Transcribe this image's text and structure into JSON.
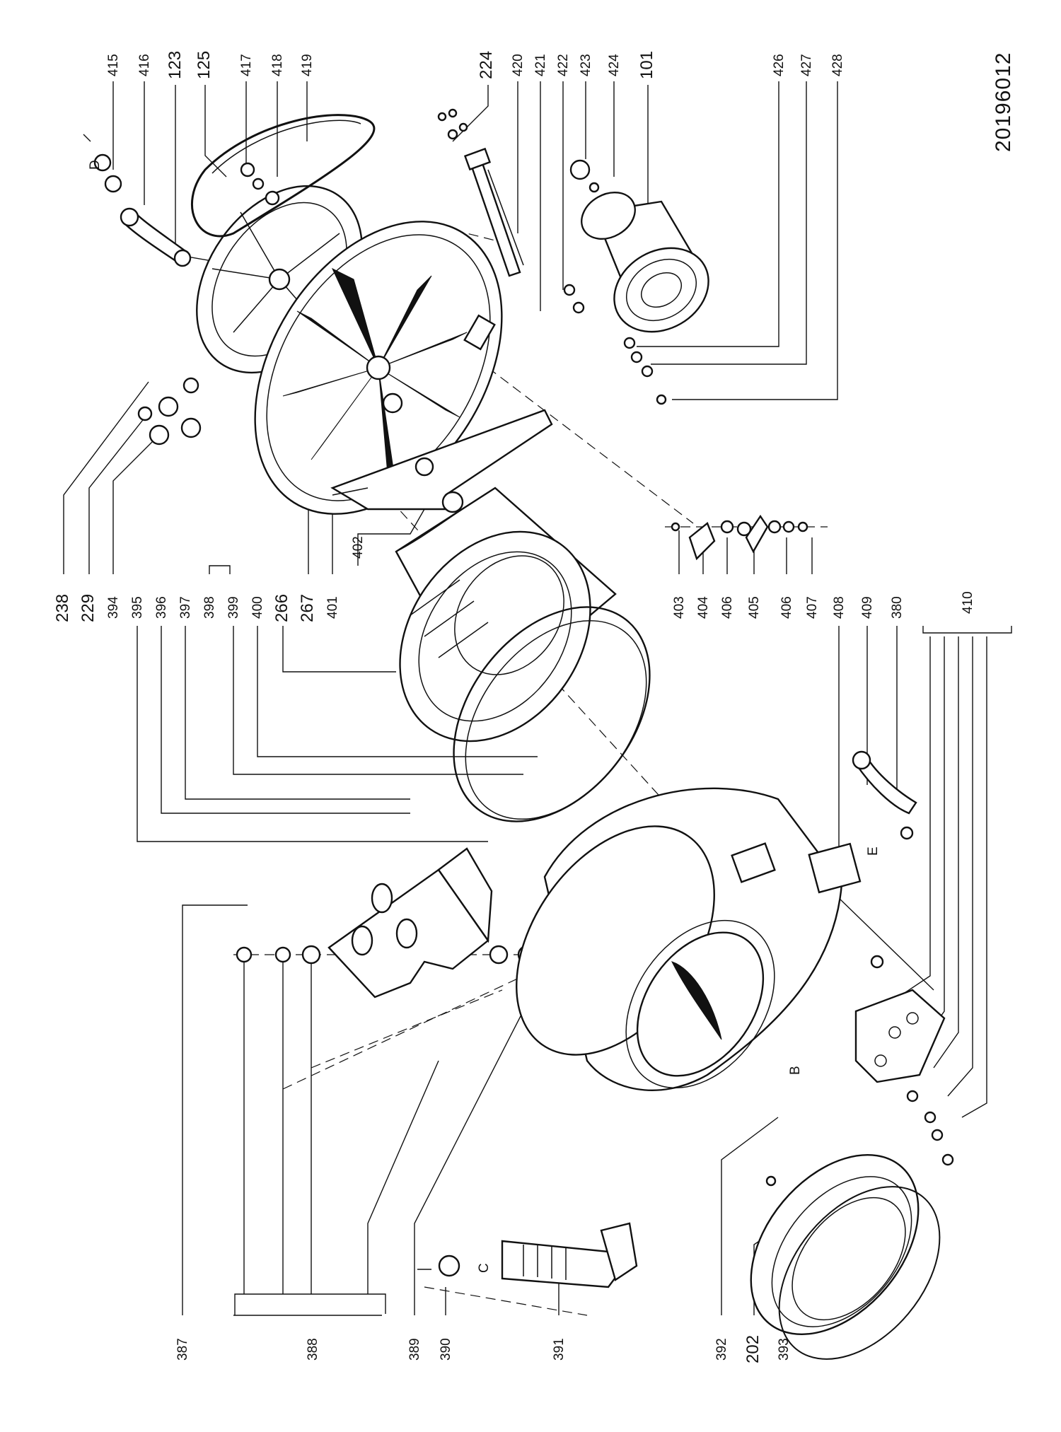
{
  "document_number": "20196012",
  "callout_labels": {
    "l415": "415",
    "l416": "416",
    "l123": "123",
    "l125": "125",
    "l417": "417",
    "l418": "418",
    "l419": "419",
    "l224": "224",
    "l420": "420",
    "l421": "421",
    "l422": "422",
    "l423": "423",
    "l424": "424",
    "l101": "101",
    "l426": "426",
    "l427": "427",
    "l428": "428",
    "l238": "238",
    "l229": "229",
    "l394": "394",
    "l395": "395",
    "l396": "396",
    "l397": "397",
    "l398": "398",
    "l399": "399",
    "l400": "400",
    "l266": "266",
    "l267": "267",
    "l401": "401",
    "l402": "402",
    "l403": "403",
    "l404": "404",
    "l406a": "406",
    "l405": "405",
    "l406b": "406",
    "l407": "407",
    "l408": "408",
    "l409": "409",
    "l380": "380",
    "l410": "410",
    "l387": "387",
    "l388": "388",
    "l389": "389",
    "l390": "390",
    "l391": "391",
    "l392": "392",
    "l202": "202",
    "l393": "393"
  },
  "reference_markers": {
    "D": "D",
    "E": "E",
    "B": "B",
    "C": "C"
  }
}
